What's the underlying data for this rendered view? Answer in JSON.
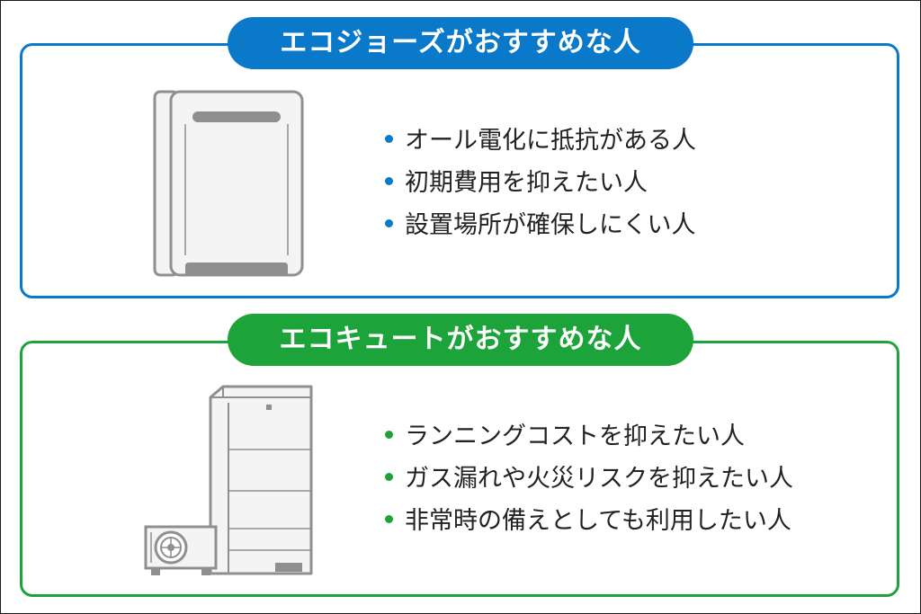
{
  "colors": {
    "blue": "#0a79c9",
    "green": "#1ca33a",
    "text": "#222222",
    "illustration_gray": "#8f8f8f"
  },
  "ecojoz": {
    "title": "エコジョーズがおすすめな人",
    "items": [
      {
        "text": "オール電化に抵抗がある人"
      },
      {
        "text": "初期費用を抑えたい人"
      },
      {
        "text": "設置場所が確保しにくい人"
      }
    ]
  },
  "ecocute": {
    "title": "エコキュートがおすすめな人",
    "items": [
      {
        "text": "ランニングコストを抑えたい人"
      },
      {
        "text": "ガス漏れや火災リスクを抑えたい人"
      },
      {
        "text": "非常時の備えとしても利用したい人"
      }
    ]
  }
}
